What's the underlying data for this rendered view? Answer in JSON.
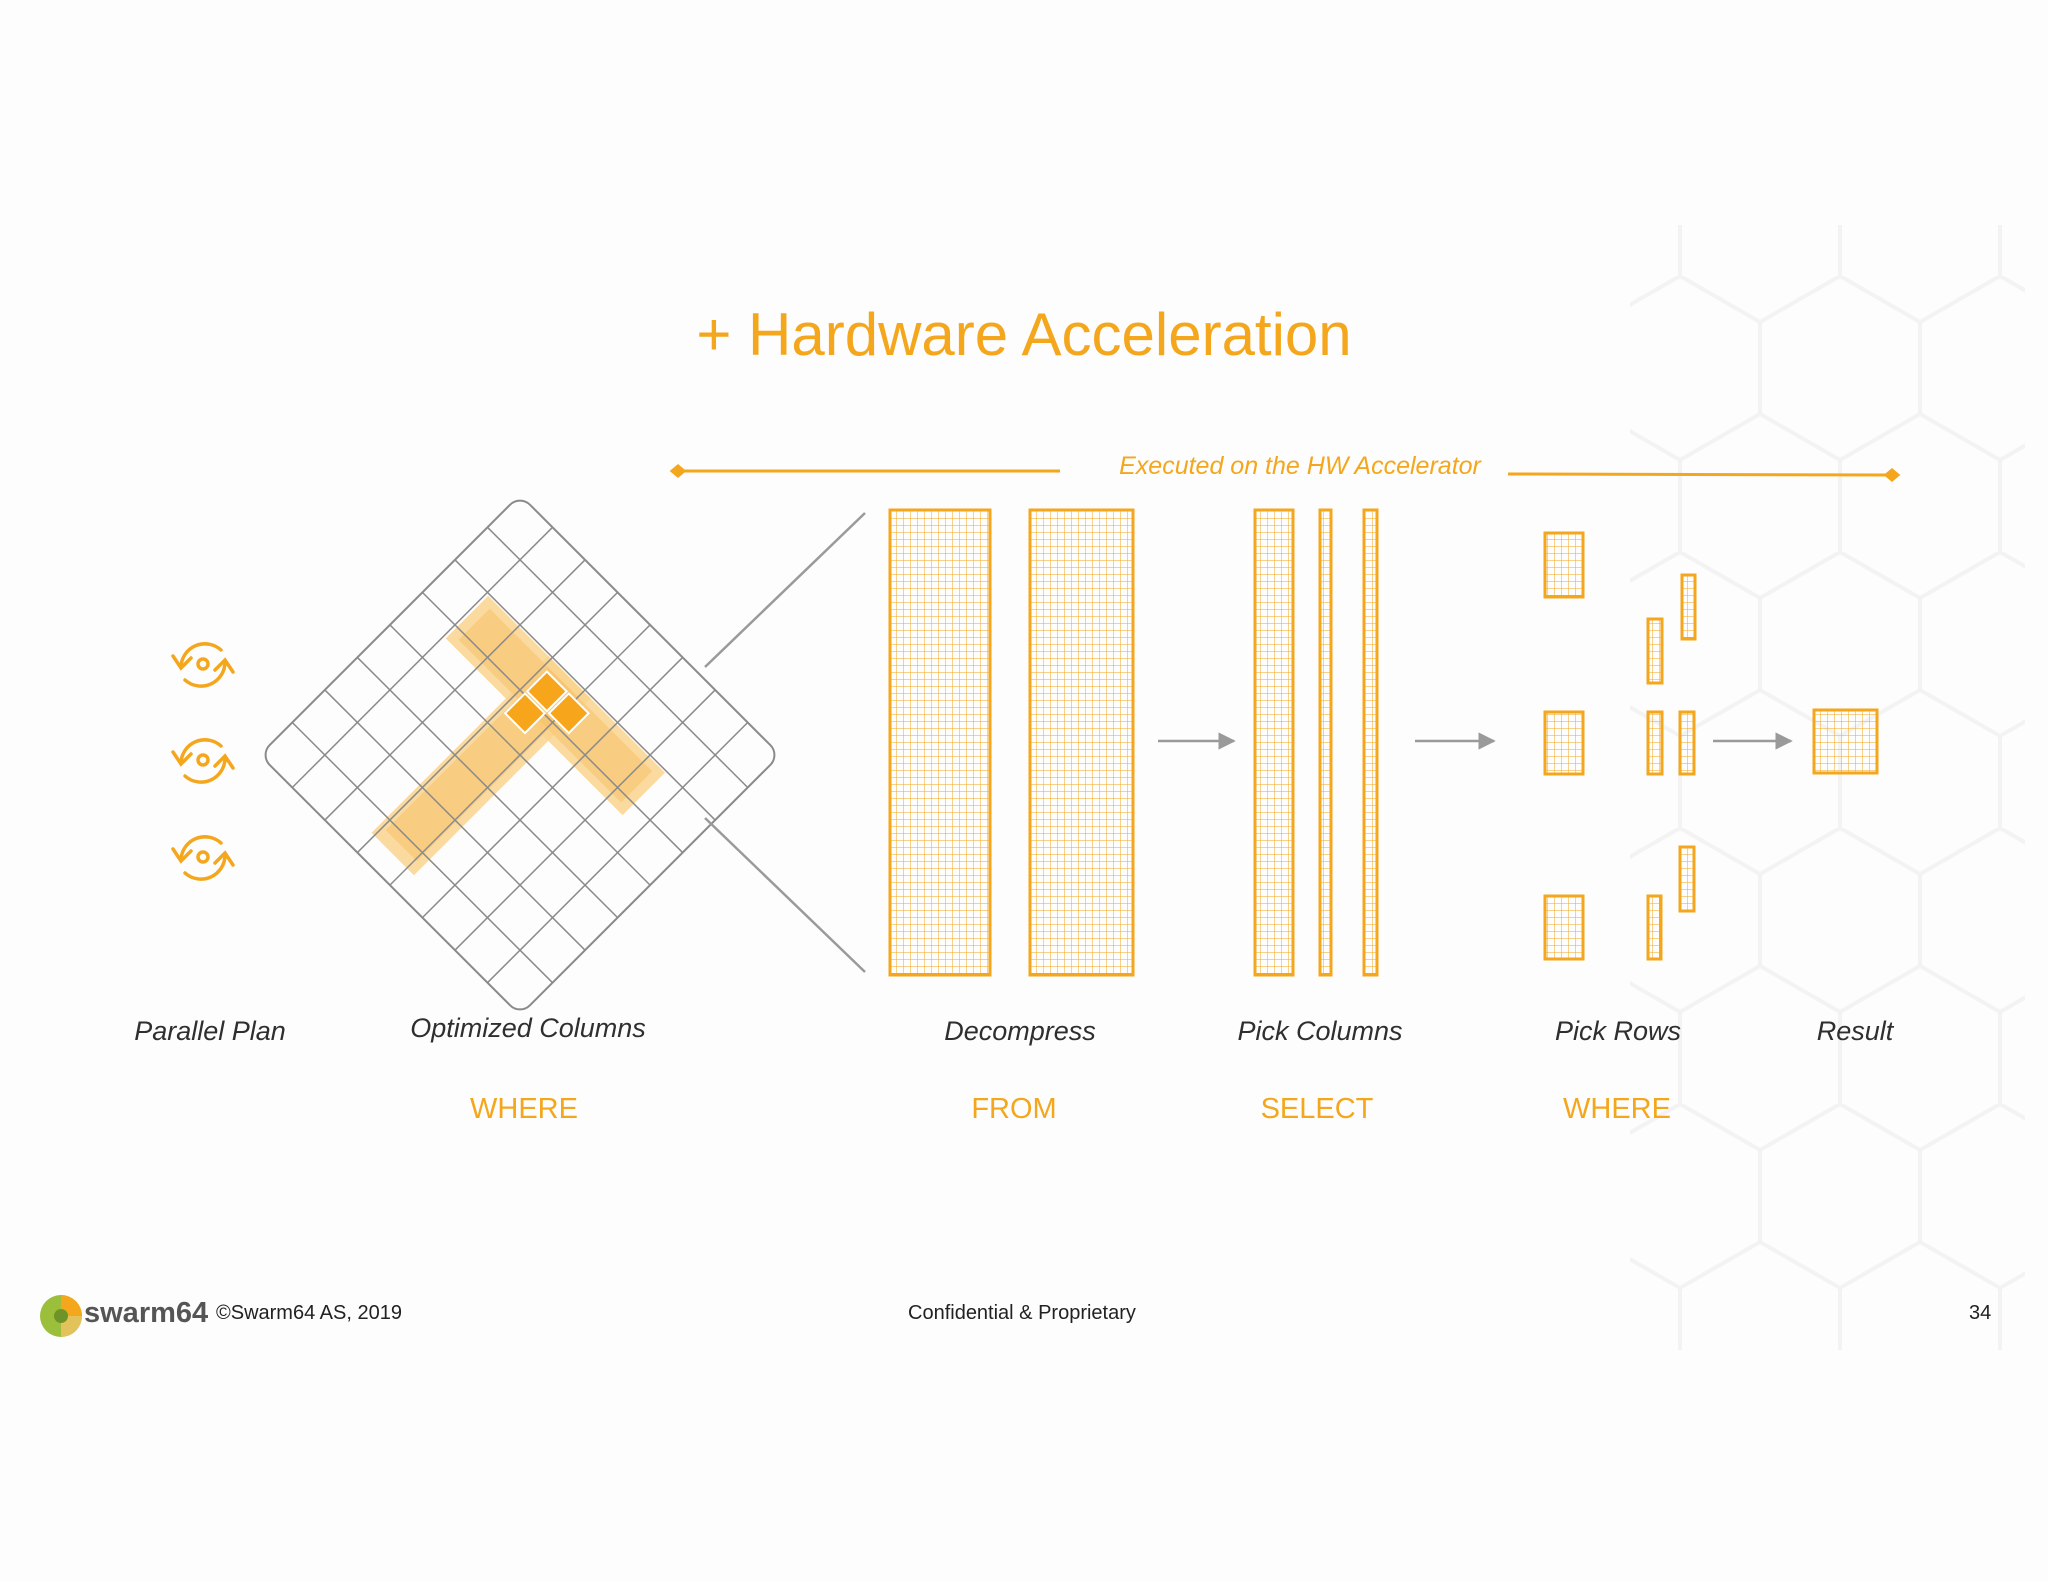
{
  "slide": {
    "title": "+ Hardware Acceleration",
    "banner": "Executed on the HW Accelerator"
  },
  "steps": {
    "parallel_plan": "Parallel Plan",
    "optimized_columns": "Optimized Columns",
    "decompress": "Decompress",
    "pick_columns": "Pick Columns",
    "pick_rows": "Pick Rows",
    "result": "Result"
  },
  "clauses": {
    "where_1": "WHERE",
    "from": "FROM",
    "select": "SELECT",
    "where_2": "WHERE"
  },
  "footer": {
    "logo_text": "swarm64",
    "copyright": "©Swarm64 AS, 2019",
    "confidential": "Confidential  & Proprietary",
    "page_number": "34"
  },
  "colors": {
    "accent": "#f4a71c",
    "accent_light": "#f9d38d",
    "arrow": "#9a9a9a",
    "text": "#2f2f2f"
  },
  "icons": [
    "refresh-cycle-icon",
    "refresh-cycle-icon",
    "refresh-cycle-icon"
  ]
}
